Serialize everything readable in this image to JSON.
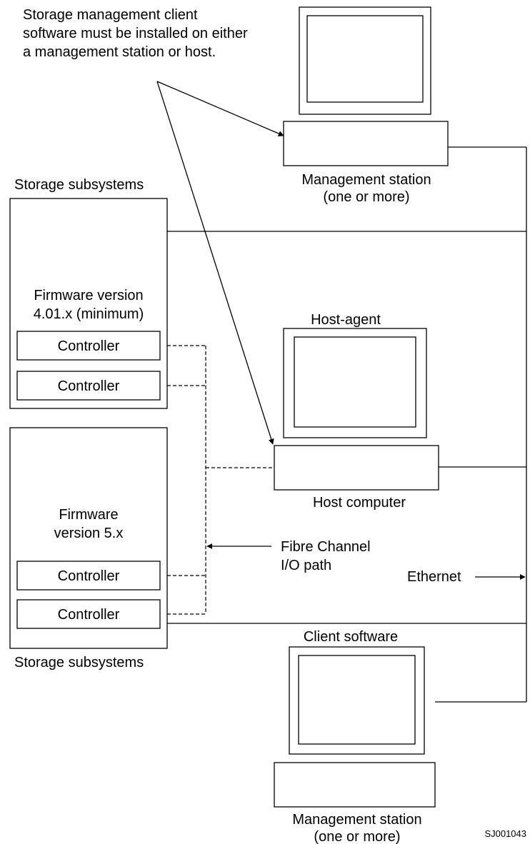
{
  "callout": {
    "line1": "Storage management client",
    "line2": "software must be installed on either",
    "line3": "a management station or host."
  },
  "storage_top": {
    "label": "Storage subsystems",
    "firmware_line1": "Firmware version",
    "firmware_line2": "4.01.x (minimum)",
    "controller1": "Controller",
    "controller2": "Controller"
  },
  "storage_bottom": {
    "label": "Storage subsystems",
    "firmware_line1": "Firmware",
    "firmware_line2": "version 5.x",
    "controller1": "Controller",
    "controller2": "Controller"
  },
  "mgmt_station_top": {
    "line1": "Management station",
    "line2": "(one or more)"
  },
  "host": {
    "title": "Host-agent",
    "label": "Host computer"
  },
  "fibre": {
    "line1": "Fibre Channel",
    "line2": "I/O path"
  },
  "ethernet": "Ethernet",
  "client": {
    "title": "Client software",
    "line1": "Management station",
    "line2": "(one or more)"
  },
  "figure_id": "SJ001043"
}
